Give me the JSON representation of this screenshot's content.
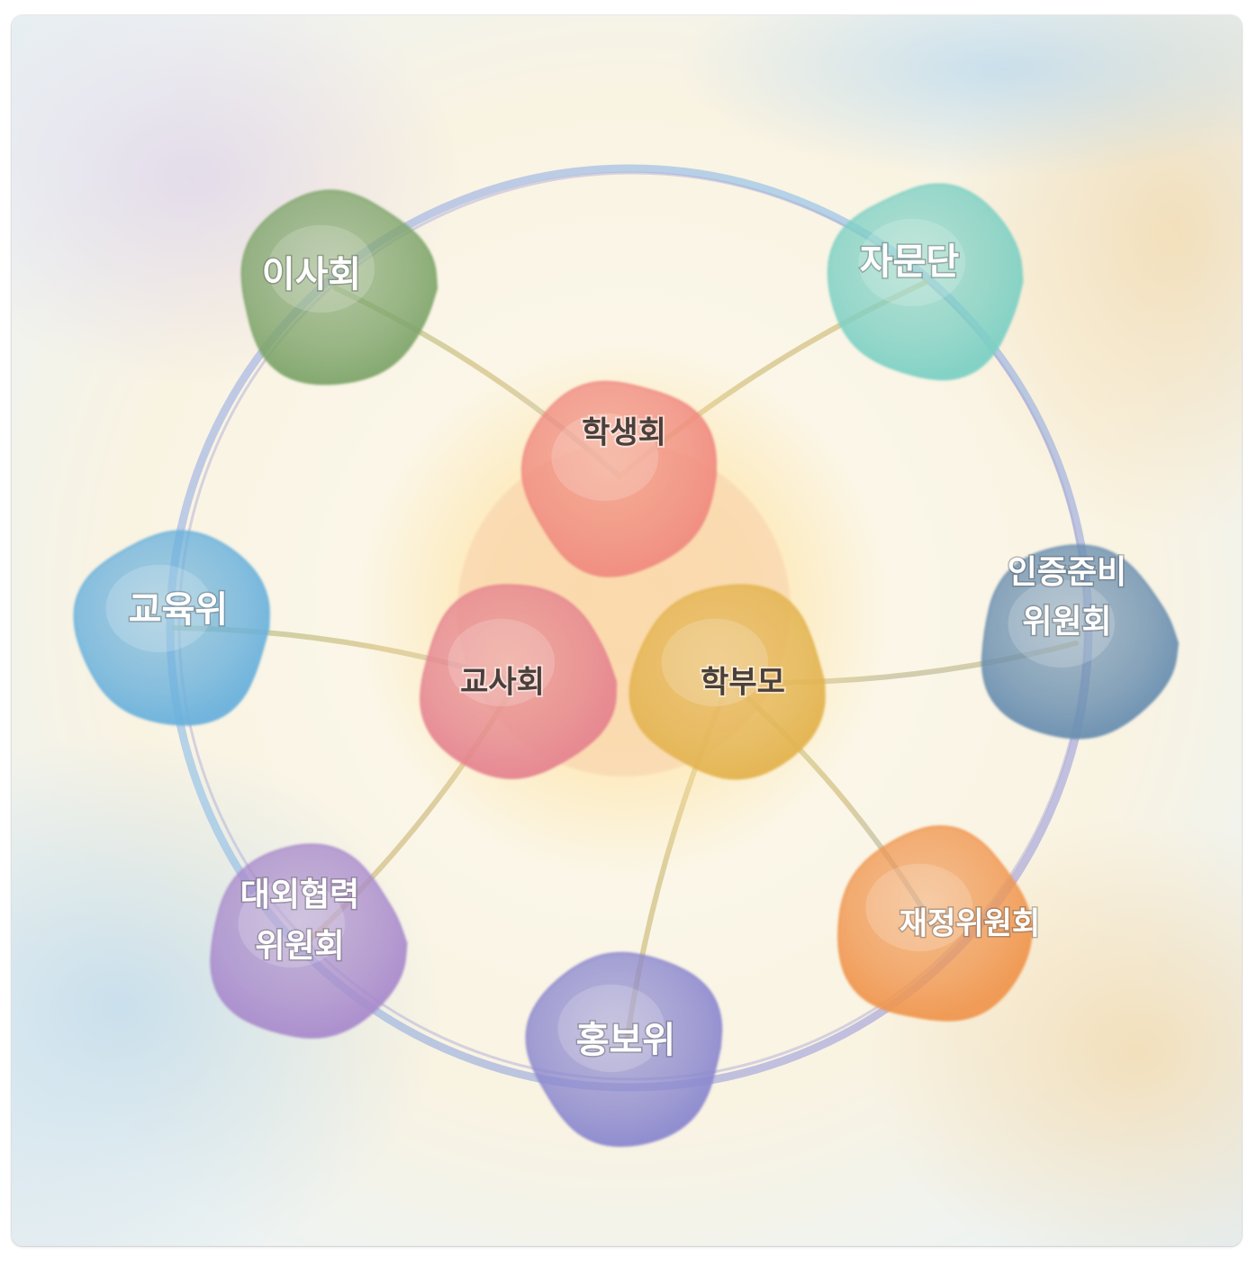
{
  "diagram": {
    "center_nodes": [
      {
        "id": "student",
        "label": "학생회",
        "color": "#f08a80"
      },
      {
        "id": "teacher",
        "label": "교사회",
        "color": "#e5838f"
      },
      {
        "id": "parent",
        "label": "학부모",
        "color": "#e3b34f"
      }
    ],
    "outer_nodes": [
      {
        "id": "board",
        "lines": [
          "이사회"
        ],
        "color": "#7fa56b"
      },
      {
        "id": "advisory",
        "lines": [
          "자문단"
        ],
        "color": "#7dd0c4"
      },
      {
        "id": "accreditation",
        "lines": [
          "인증준비",
          "위원회"
        ],
        "color": "#6a8fb0"
      },
      {
        "id": "finance",
        "lines": [
          "재정위원회"
        ],
        "color": "#f0964f"
      },
      {
        "id": "pr",
        "lines": [
          "홍보위"
        ],
        "color": "#8b88cf"
      },
      {
        "id": "external",
        "lines": [
          "대외협력",
          "위원회"
        ],
        "color": "#a98bcc"
      },
      {
        "id": "education",
        "lines": [
          "교육위"
        ],
        "color": "#6ab1dc"
      }
    ],
    "links": [
      {
        "from": "student",
        "to": "board"
      },
      {
        "from": "student",
        "to": "advisory"
      },
      {
        "from": "parent",
        "to": "accreditation"
      },
      {
        "from": "parent",
        "to": "finance"
      },
      {
        "from": "parent",
        "to": "pr"
      },
      {
        "from": "teacher",
        "to": "external"
      },
      {
        "from": "teacher",
        "to": "education"
      }
    ],
    "colors": {
      "ring": "#a9a7d8",
      "glow": "#ffd98a"
    }
  }
}
